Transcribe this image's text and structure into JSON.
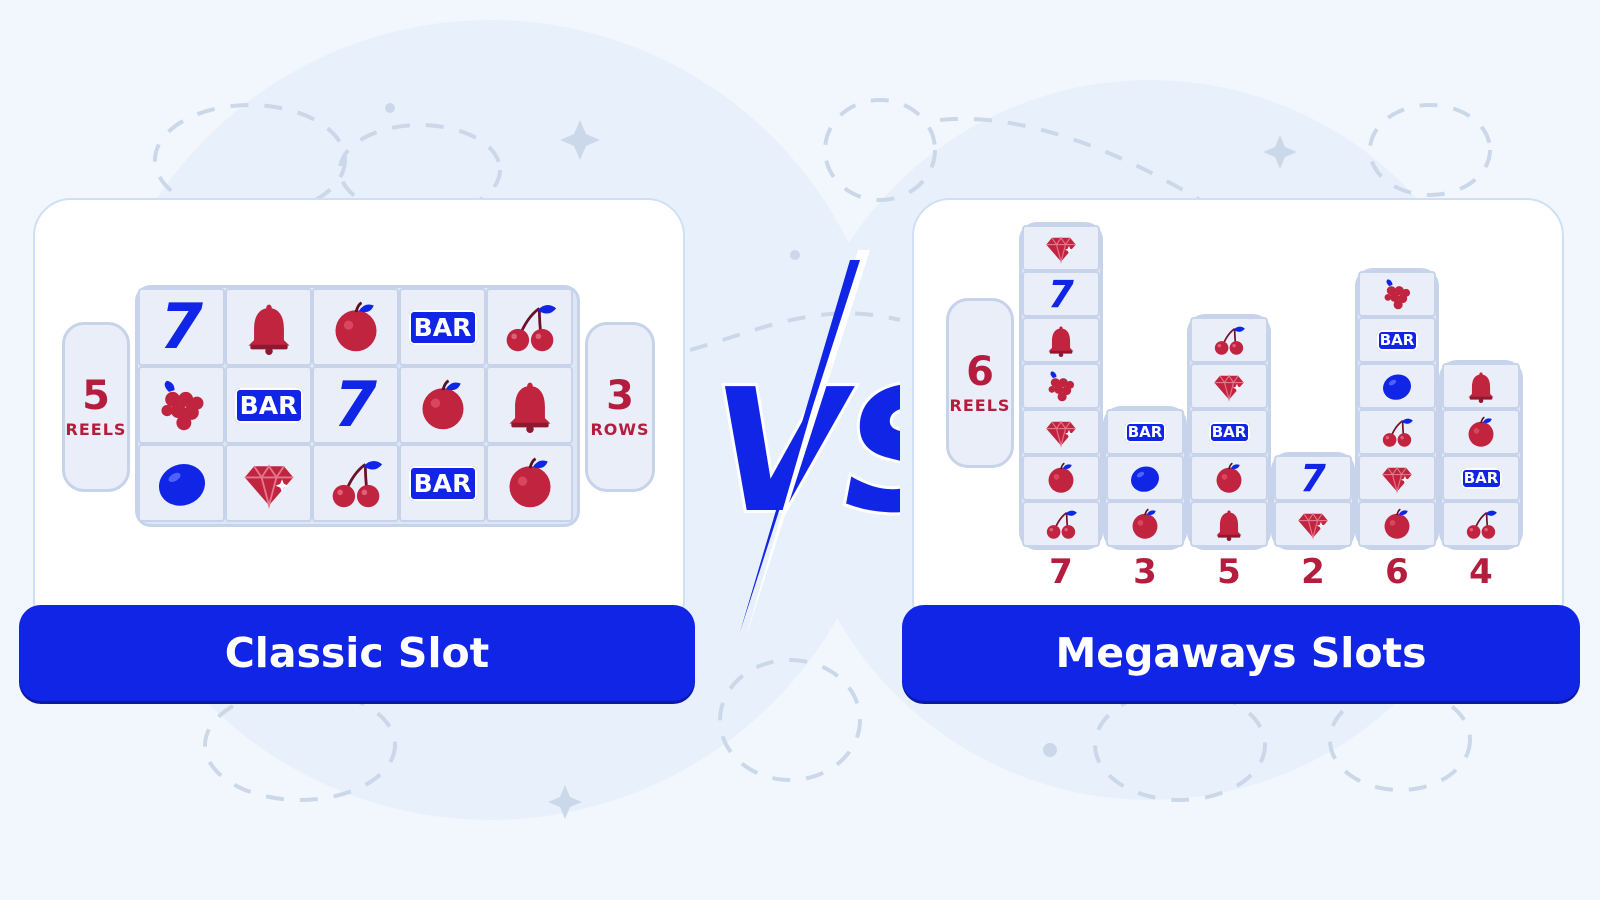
{
  "classic": {
    "title": "Classic Slot",
    "reels_num": "5",
    "reels_label": "REELS",
    "rows_num": "3",
    "rows_label": "ROWS",
    "grid": [
      [
        "seven",
        "bell",
        "apple",
        "bar",
        "cherry"
      ],
      [
        "grapes",
        "bar",
        "seven",
        "apple",
        "bell"
      ],
      [
        "lemon",
        "diamond",
        "cherry",
        "bar",
        "apple"
      ]
    ]
  },
  "megaways": {
    "title": "Megaways Slots",
    "reels_num": "6",
    "reels_label": "REELS",
    "reels": [
      {
        "count": "7",
        "symbols": [
          "diamond",
          "seven",
          "bell",
          "grapes",
          "diamond",
          "apple",
          "cherry"
        ]
      },
      {
        "count": "3",
        "symbols": [
          "bar",
          "lemon",
          "apple"
        ]
      },
      {
        "count": "5",
        "symbols": [
          "cherry",
          "diamond",
          "bar",
          "apple",
          "bell"
        ]
      },
      {
        "count": "2",
        "symbols": [
          "seven",
          "diamond"
        ]
      },
      {
        "count": "6",
        "symbols": [
          "grapes",
          "bar",
          "lemon",
          "cherry",
          "diamond",
          "apple"
        ]
      },
      {
        "count": "4",
        "symbols": [
          "bell",
          "apple",
          "bar",
          "cherry"
        ]
      }
    ]
  },
  "vs_text": "VS",
  "symbol_text": {
    "bar": "BAR",
    "seven": "7"
  },
  "colors": {
    "blue": "#1025e6",
    "red": "#b51d3e",
    "panel_border": "#cfe0f4",
    "background": "#f2f7fd"
  }
}
